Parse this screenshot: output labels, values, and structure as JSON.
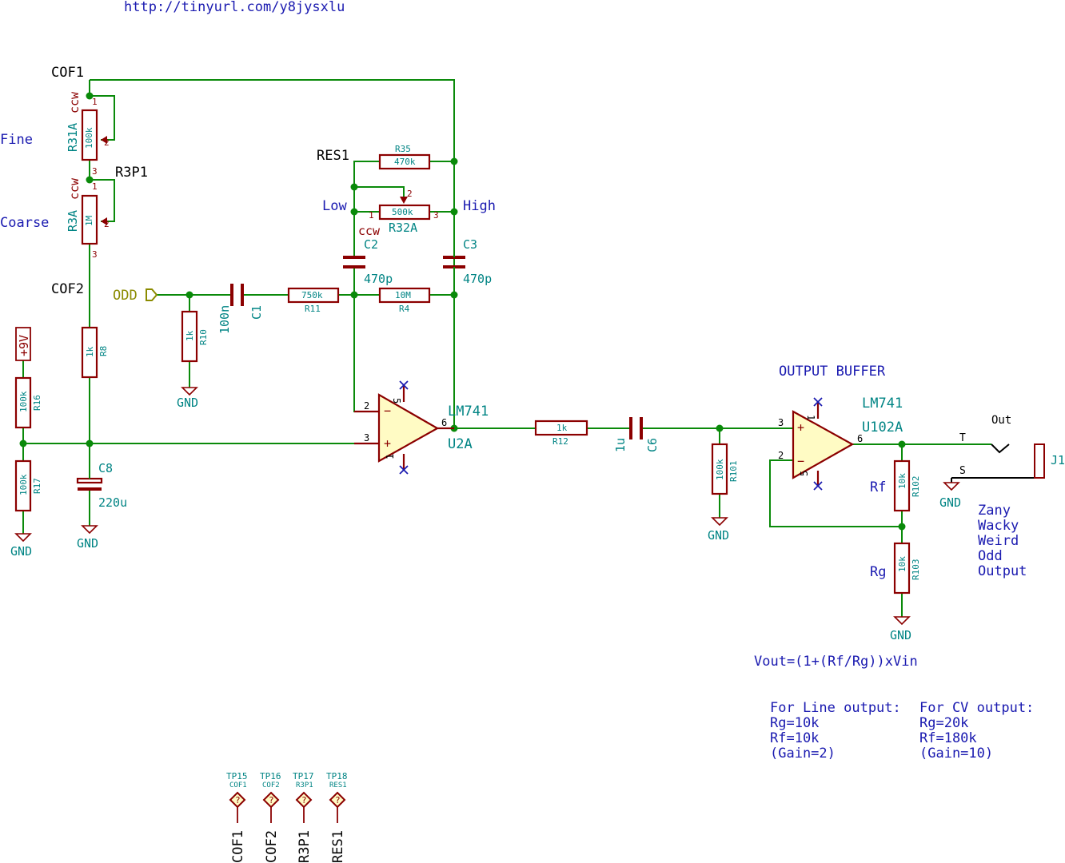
{
  "url_note": "http://tinyurl.com/y8jysxlu",
  "nets": {
    "cof1": "COF1",
    "cof2": "COF2",
    "r3p1": "R3P1",
    "res1": "RES1",
    "low": "Low",
    "high": "High",
    "odd": "ODD"
  },
  "labels": {
    "fine": "Fine",
    "coarse": "Coarse",
    "ccw": "ccw",
    "output_buffer": "OUTPUT BUFFER",
    "out": "Out"
  },
  "components": {
    "r31a": {
      "ref": "R31A",
      "value": "100k"
    },
    "r3a": {
      "ref": "R3A",
      "value": "1M"
    },
    "r35": {
      "ref": "R35",
      "value": "470k"
    },
    "r32a": {
      "ref": "R32A",
      "value": "500k"
    },
    "c2": {
      "ref": "C2",
      "value": "470p"
    },
    "c3": {
      "ref": "C3",
      "value": "470p"
    },
    "r11": {
      "ref": "R11",
      "value": "750k"
    },
    "r4": {
      "ref": "R4",
      "value": "10M"
    },
    "c1": {
      "ref": "C1",
      "value": "100n"
    },
    "r10": {
      "ref": "R10",
      "value": "1k"
    },
    "r8": {
      "ref": "R8",
      "value": "1k"
    },
    "r16": {
      "ref": "R16",
      "value": "100k"
    },
    "r17": {
      "ref": "R17",
      "value": "100k"
    },
    "c8": {
      "ref": "C8",
      "value": "220u"
    },
    "u2a": {
      "ref": "U2A",
      "value": "LM741"
    },
    "r12": {
      "ref": "R12",
      "value": "1k"
    },
    "c6": {
      "ref": "C6",
      "value": "1u"
    },
    "r101": {
      "ref": "R101",
      "value": "100k"
    },
    "u102a": {
      "ref": "U102A",
      "value": "LM741"
    },
    "r102": {
      "ref": "R102",
      "value": "10k",
      "alias": "Rf"
    },
    "r103": {
      "ref": "R103",
      "value": "10k",
      "alias": "Rg"
    },
    "j1": {
      "ref": "J1",
      "tip": "T",
      "sleeve": "S"
    }
  },
  "power": {
    "vplus": "+9V",
    "gnd": "GND"
  },
  "pins": {
    "p1": "1",
    "p2": "2",
    "p3": "3",
    "p5": "5",
    "p6": "6",
    "plus": "+",
    "minus": "−"
  },
  "output_desc": [
    "Zany",
    "Wacky",
    "Weird",
    "Odd",
    "Output"
  ],
  "formula": "Vout=(1+(Rf/Rg))xVin",
  "line_output": [
    "For Line output:",
    "Rg=10k",
    "Rf=10k",
    "(Gain=2)"
  ],
  "cv_output": [
    "For CV output:",
    "Rg=20k",
    "Rf=180k",
    "(Gain=10)"
  ],
  "testpoints": [
    {
      "ref": "TP15",
      "net": "COF1"
    },
    {
      "ref": "TP16",
      "net": "COF2"
    },
    {
      "ref": "TP17",
      "net": "R3P1"
    },
    {
      "ref": "TP18",
      "net": "RES1"
    }
  ],
  "tp_mark": "?"
}
